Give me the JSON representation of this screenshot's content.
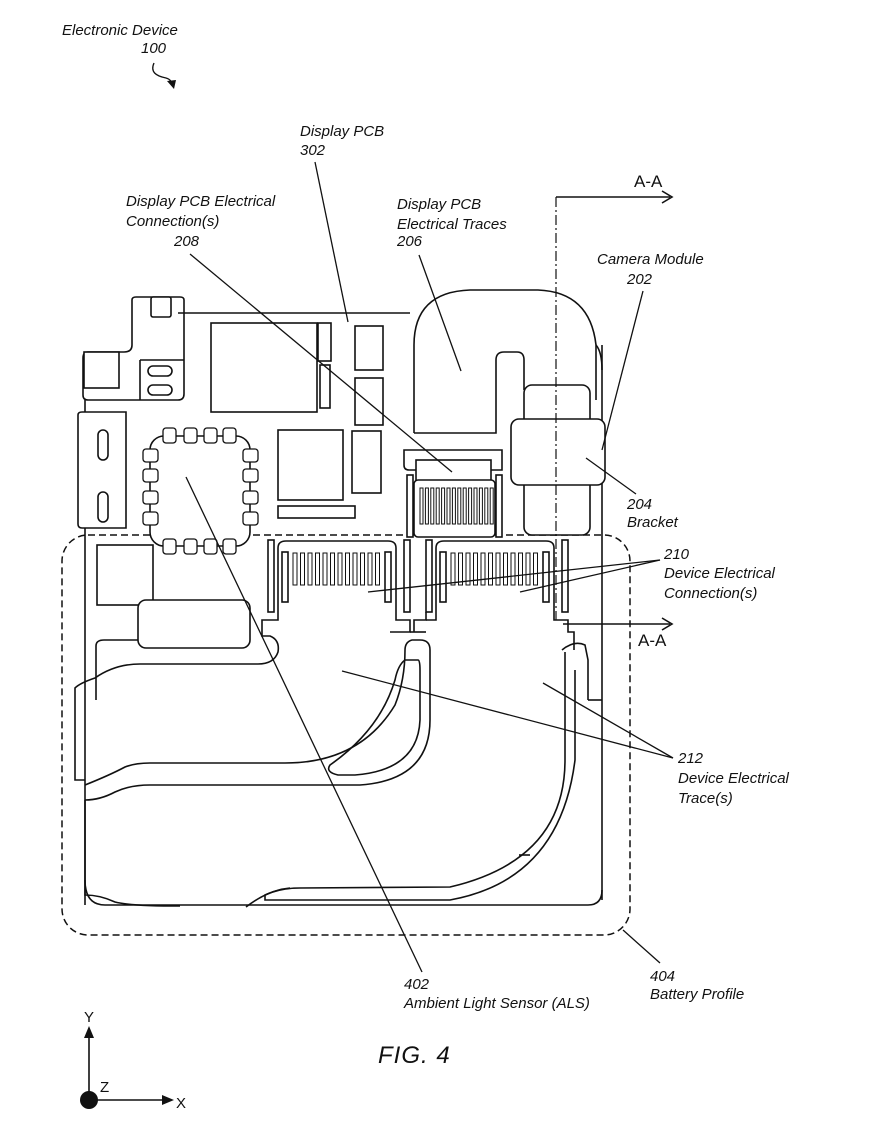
{
  "figure": {
    "caption": "FIG. 4",
    "device_label": "Electronic Device",
    "device_ref": "100"
  },
  "callouts": {
    "display_pcb": {
      "name": "Display PCB",
      "ref": "302"
    },
    "display_pcb_connections": {
      "name_line1": "Display PCB Electrical",
      "name_line2": "Connection(s)",
      "ref": "208"
    },
    "display_pcb_traces": {
      "name_line1": "Display PCB",
      "name_line2": "Electrical Traces",
      "ref": "206"
    },
    "camera_module": {
      "name": "Camera Module",
      "ref": "202"
    },
    "bracket": {
      "name": "Bracket",
      "ref": "204"
    },
    "device_connections": {
      "name_line1": "Device Electrical",
      "name_line2": "Connection(s)",
      "ref": "210"
    },
    "device_traces": {
      "name_line1": "Device Electrical",
      "name_line2": "Trace(s)",
      "ref": "212"
    },
    "als": {
      "name": "Ambient Light Sensor (ALS)",
      "ref": "402"
    },
    "battery_profile": {
      "name": "Battery Profile",
      "ref": "404"
    }
  },
  "section_marks": {
    "top": "A-A",
    "side": "A-A"
  },
  "axes": {
    "x": "X",
    "y": "Y",
    "z": "Z"
  }
}
